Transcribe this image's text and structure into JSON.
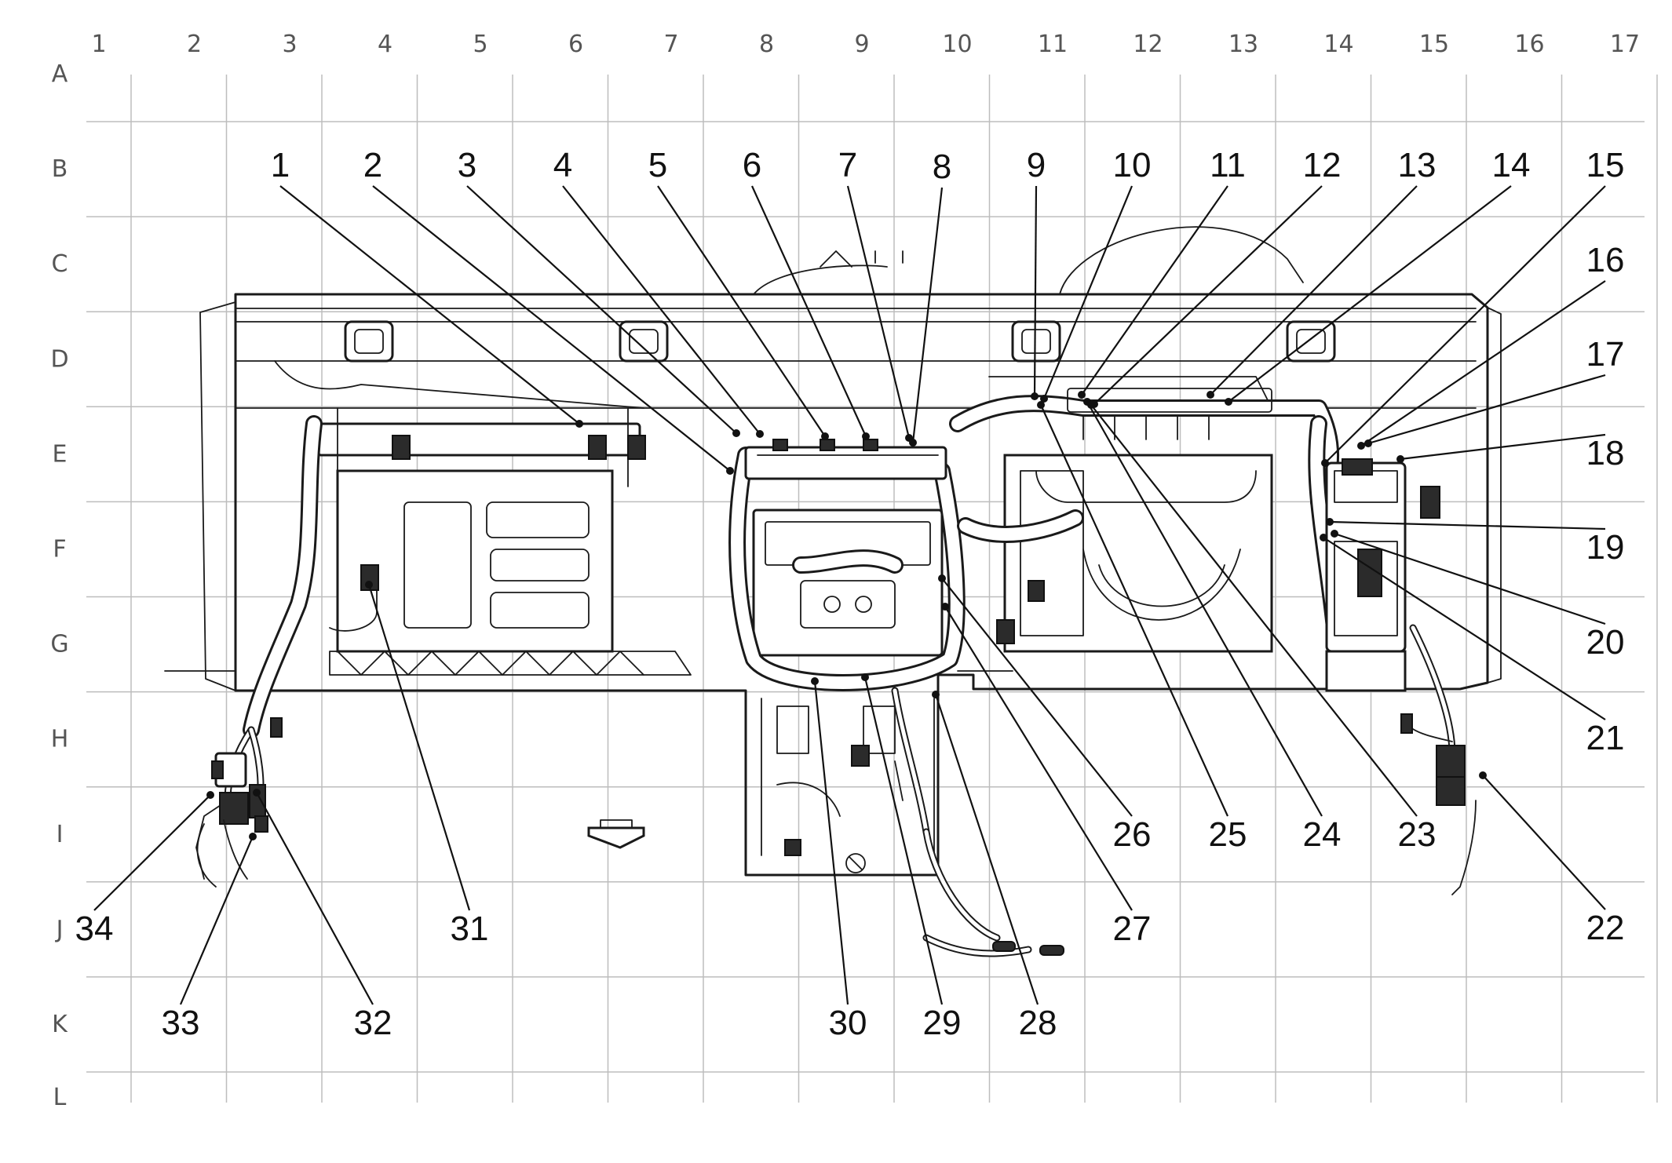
{
  "grid": {
    "columns": [
      "1",
      "2",
      "3",
      "4",
      "5",
      "6",
      "7",
      "8",
      "9",
      "10",
      "11",
      "12",
      "13",
      "14",
      "15",
      "16",
      "17"
    ],
    "rows": [
      "A",
      "B",
      "C",
      "D",
      "E",
      "F",
      "G",
      "H",
      "I",
      "J",
      "K",
      "L"
    ]
  },
  "callouts": [
    {
      "number": "1"
    },
    {
      "number": "2"
    },
    {
      "number": "3"
    },
    {
      "number": "4"
    },
    {
      "number": "5"
    },
    {
      "number": "6"
    },
    {
      "number": "7"
    },
    {
      "number": "8"
    },
    {
      "number": "9"
    },
    {
      "number": "10"
    },
    {
      "number": "11"
    },
    {
      "number": "12"
    },
    {
      "number": "13"
    },
    {
      "number": "14"
    },
    {
      "number": "15"
    },
    {
      "number": "16"
    },
    {
      "number": "17"
    },
    {
      "number": "18"
    },
    {
      "number": "19"
    },
    {
      "number": "20"
    },
    {
      "number": "21"
    },
    {
      "number": "22"
    },
    {
      "number": "23"
    },
    {
      "number": "24"
    },
    {
      "number": "25"
    },
    {
      "number": "26"
    },
    {
      "number": "27"
    },
    {
      "number": "28"
    },
    {
      "number": "29"
    },
    {
      "number": "30"
    },
    {
      "number": "31"
    },
    {
      "number": "32"
    },
    {
      "number": "33"
    },
    {
      "number": "34"
    }
  ]
}
